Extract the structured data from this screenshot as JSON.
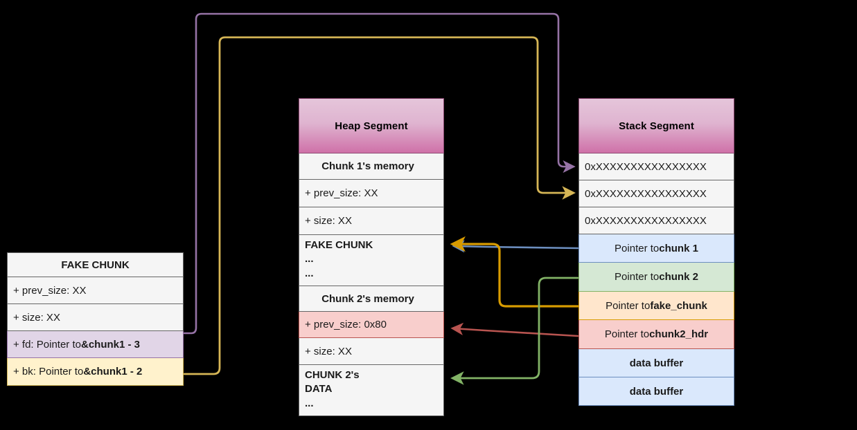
{
  "diagram": {
    "title": "Heap fake-chunk unlink exploitation layout",
    "background": "#000000"
  },
  "heap_segment": {
    "header": "Heap Segment",
    "rows": [
      {
        "label": "Chunk 1's memory",
        "style": "center bold",
        "height": 38
      },
      {
        "label": "+ prev_size: XX",
        "style": "plain",
        "height": 40
      },
      {
        "label": "+ size: XX",
        "style": "plain",
        "height": 40
      },
      {
        "label": "FAKE CHUNK",
        "sub1": "...",
        "sub2": "...",
        "style": "multiline",
        "height": 74
      },
      {
        "label": "Chunk 2's memory",
        "style": "center bold",
        "height": 37
      },
      {
        "label": "+ prev_size: 0x80",
        "style": "pink",
        "height": 38
      },
      {
        "label": "+ size: XX",
        "style": "plain",
        "height": 39
      },
      {
        "label": "CHUNK 2's",
        "sub1": "DATA",
        "sub2": "...",
        "style": "multiline",
        "height": 74
      }
    ]
  },
  "stack_segment": {
    "header": "Stack Segment",
    "rows": [
      {
        "label": "0xXXXXXXXXXXXXXXXX",
        "style": "plain",
        "height": 39
      },
      {
        "label": "0xXXXXXXXXXXXXXXXX",
        "style": "plain",
        "height": 39
      },
      {
        "label": "0xXXXXXXXXXXXXXXXX",
        "style": "plain",
        "height": 39
      },
      {
        "label": "Pointer to ",
        "bold_suffix": "chunk 1",
        "style": "blue",
        "height": 41
      },
      {
        "label": "Pointer to ",
        "bold_suffix": "chunk 2",
        "style": "green",
        "height": 42
      },
      {
        "label": "Pointer to ",
        "bold_suffix": "fake_chunk",
        "style": "orange",
        "height": 41
      },
      {
        "label": "Pointer to ",
        "bold_suffix": "chunk2_hdr",
        "style": "pink",
        "height": 42
      },
      {
        "label": "data buffer",
        "style": "blue bold",
        "height": 41
      },
      {
        "label": "data buffer",
        "style": "blue bold",
        "height": 41
      }
    ]
  },
  "fake_chunk": {
    "header": "FAKE CHUNK",
    "rows": [
      {
        "label": "+ prev_size: XX",
        "style": "plain",
        "height": 39
      },
      {
        "label": "+ size: XX",
        "style": "plain",
        "height": 39
      },
      {
        "label": "+ fd: Pointer to ",
        "bold_suffix": "&chunk1 - 3",
        "style": "purple",
        "height": 39
      },
      {
        "label": "+ bk: Pointer to ",
        "bold_suffix": "&chunk1 - 2",
        "style": "yellow",
        "height": 40
      }
    ]
  },
  "connectors": [
    {
      "name": "fd-to-stack-slot1",
      "color": "#9673a6",
      "from": "fake_chunk.fd",
      "to": "stack_segment.row1"
    },
    {
      "name": "bk-to-stack-slot2",
      "color": "#d6b656",
      "from": "fake_chunk.bk",
      "to": "stack_segment.row2"
    },
    {
      "name": "chunk1-pointer-to-fake-chunk",
      "color": "#6c8ebf",
      "from": "stack_segment.pointer_to_chunk1",
      "to": "heap_segment.fake_chunk"
    },
    {
      "name": "fake-chunk-pointer-to-fake-chunk",
      "color": "#d79b00",
      "from": "stack_segment.pointer_to_fake_chunk",
      "to": "heap_segment.fake_chunk"
    },
    {
      "name": "chunk2-hdr-pointer-to-prev-size",
      "color": "#b85450",
      "from": "stack_segment.pointer_to_chunk2_hdr",
      "to": "heap_segment.prev_size_0x80"
    },
    {
      "name": "chunk2-pointer-to-chunk2-data",
      "color": "#82b366",
      "from": "stack_segment.pointer_to_chunk2",
      "to": "heap_segment.chunk2_data"
    }
  ],
  "colors": {
    "purple": "#9673a6",
    "gold": "#d6b656",
    "blue": "#6c8ebf",
    "orange": "#d79b00",
    "red": "#b85450",
    "green": "#82b366",
    "header_pink": "#cf71a8"
  }
}
